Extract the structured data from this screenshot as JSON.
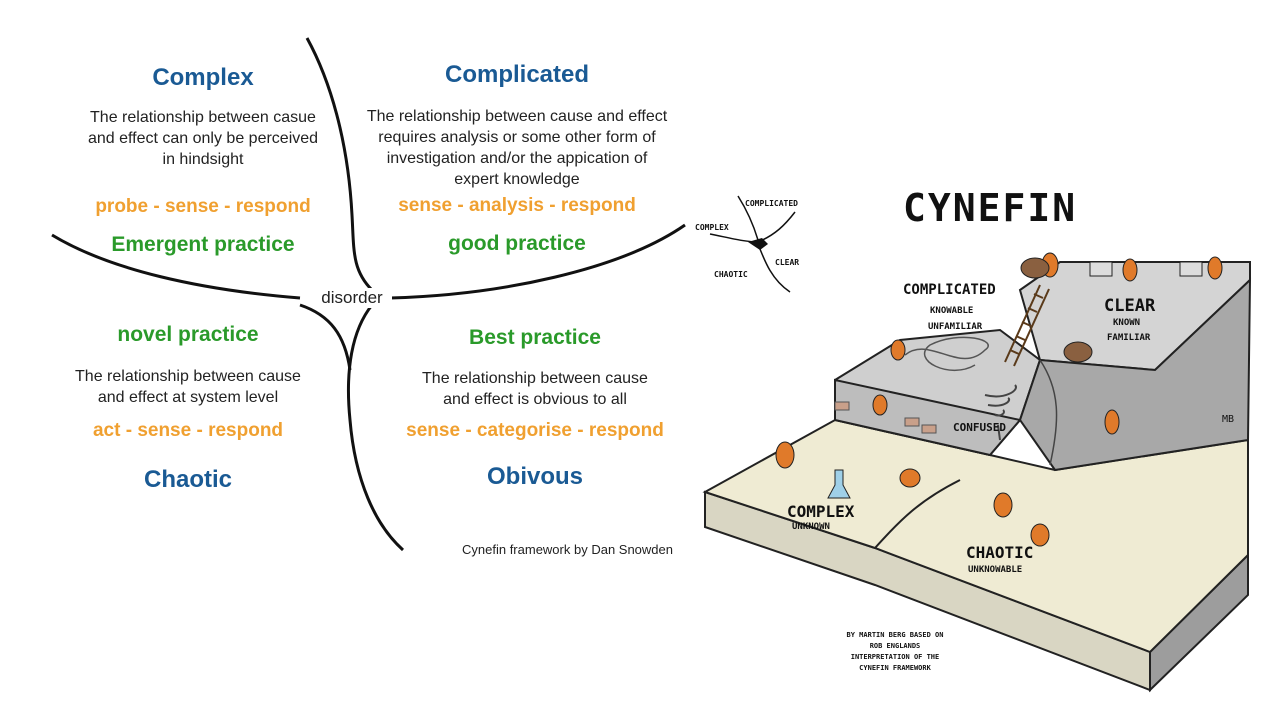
{
  "left_diagram": {
    "complex": {
      "title": "Complex",
      "description_lines": [
        "The relationship between casue",
        "and effect can only be perceived",
        "in hindsight"
      ],
      "method": "probe - sense - respond",
      "practice": "Emergent practice"
    },
    "complicated": {
      "title": "Complicated",
      "description_lines": [
        "The relationship between cause and effect",
        "requires analysis or some other form of",
        "investigation and/or the appication of",
        "expert knowledge"
      ],
      "method": "sense - analysis -  respond",
      "practice": "good practice"
    },
    "chaotic": {
      "title": "Chaotic",
      "description_lines": [
        "The relationship between cause",
        "and effect at system level"
      ],
      "method": "act - sense - respond",
      "practice": "novel practice"
    },
    "obvious": {
      "title": "Obivous",
      "description_lines": [
        "The relationship between cause",
        "and effect is obvious to all"
      ],
      "method": "sense - categorise -  respond",
      "practice": "Best practice"
    },
    "center_label": "disorder",
    "credit": "Cynefin framework by Dan Snowden"
  },
  "right_illustration": {
    "title": "CYNEFIN",
    "mini_diagram": {
      "complicated": "COMPLICATED",
      "complex": "COMPLEX",
      "chaotic": "CHAOTIC",
      "clear": "CLEAR"
    },
    "domains": {
      "complicated": {
        "title": "COMPLICATED",
        "sub1": "KNOWABLE",
        "sub2": "UNFAMILIAR"
      },
      "clear": {
        "title": "CLEAR",
        "sub1": "KNOWN",
        "sub2": "FAMILIAR"
      },
      "confused": {
        "title": "CONFUSED"
      },
      "complex": {
        "title": "COMPLEX",
        "sub1": "UNKNOWN"
      },
      "chaotic": {
        "title": "CHAOTIC",
        "sub1": "UNKNOWABLE"
      }
    },
    "credit_lines": [
      "BY MARTIN BERG BASED ON",
      "ROB ENGLANDS",
      "INTERPRETATION OF THE",
      "CYNEFIN FRAMEWORK"
    ],
    "signature": "MB"
  }
}
